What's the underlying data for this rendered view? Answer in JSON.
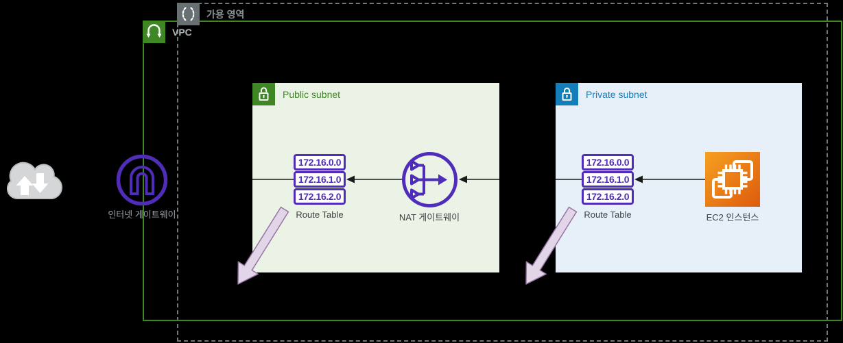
{
  "availability_zone": {
    "label": "가용 영역"
  },
  "vpc": {
    "label": "VPC"
  },
  "public_subnet": {
    "label": "Public subnet",
    "route_table": {
      "label": "Route Table",
      "entries": [
        "172.16.0.0",
        "172.16.1.0",
        "172.16.2.0"
      ]
    },
    "nat_gateway": {
      "label": "NAT 게이트웨이"
    }
  },
  "private_subnet": {
    "label": "Private subnet",
    "route_table": {
      "label": "Route Table",
      "entries": [
        "172.16.0.0",
        "172.16.1.0",
        "172.16.2.0"
      ]
    },
    "ec2_instance": {
      "label": "EC2 인스턴스"
    }
  },
  "internet_gateway": {
    "label": "인터넷 게이트웨이"
  },
  "colors": {
    "background": "#000000",
    "az_gray": "#8B9499",
    "vpc_green": "#3F8624",
    "public_subnet_fill": "#EBF3E6",
    "private_subnet_fill": "#E7F0F8",
    "private_blue": "#147EBA",
    "network_purple": "#4F2DB8",
    "ec2_orange_start": "#F6A021",
    "ec2_orange_end": "#DD5B0C",
    "flow_arrow_fill": "#E1D5E7",
    "flow_arrow_stroke": "#9673A6"
  }
}
